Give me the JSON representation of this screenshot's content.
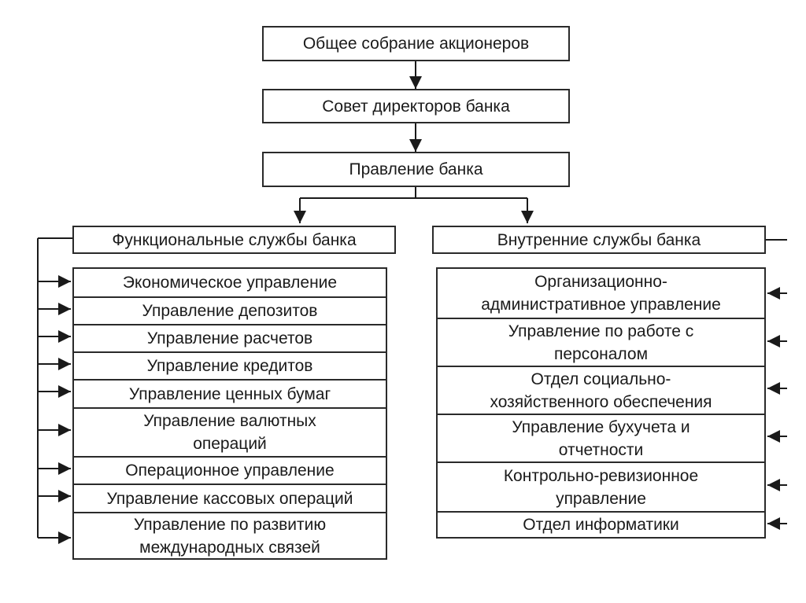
{
  "top": {
    "shareholders": "Общее собрание акционеров",
    "board": "Совет директоров банка",
    "management": "Правление банка"
  },
  "functional": {
    "header": "Функциональные службы банка",
    "items": [
      "Экономическое управление",
      "Управление депозитов",
      "Управление расчетов",
      "Управление кредитов",
      "Управление ценных бумаг",
      "Управление валютных\nопераций",
      "Операционное управление",
      "Управление кассовых операций",
      "Управление по развитию\nмеждународных связей"
    ]
  },
  "internal": {
    "header": "Внутренние службы банка",
    "items": [
      "Организационно-\nадминистративное управление",
      "Управление по работе с\nперсоналом",
      "Отдел социально-\nхозяйственного обеспечения",
      "Управление бухучета и\nотчетности",
      "Контрольно-ревизионное\nуправление",
      "Отдел информатики"
    ]
  },
  "colors": {
    "line": "#1a1a1a",
    "border": "#2a2a2a",
    "text": "#1a1a1a"
  }
}
